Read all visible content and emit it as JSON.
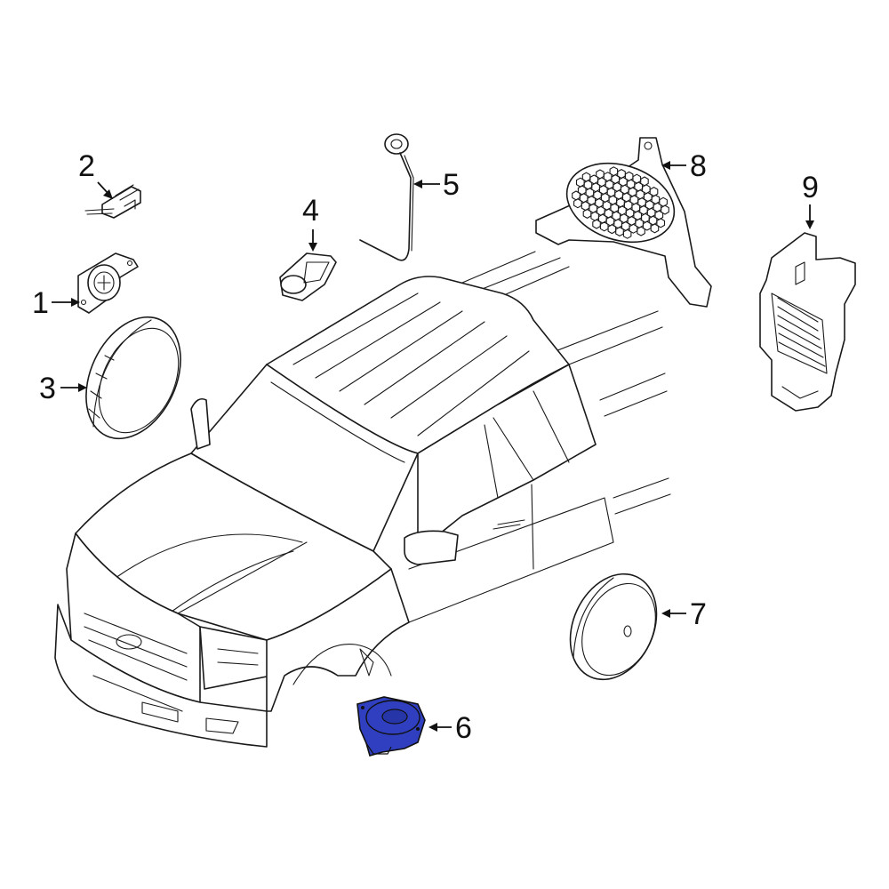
{
  "callouts": [
    {
      "id": "1",
      "label": "1"
    },
    {
      "id": "2",
      "label": "2"
    },
    {
      "id": "3",
      "label": "3"
    },
    {
      "id": "4",
      "label": "4"
    },
    {
      "id": "5",
      "label": "5"
    },
    {
      "id": "6",
      "label": "6"
    },
    {
      "id": "7",
      "label": "7"
    },
    {
      "id": "8",
      "label": "8"
    },
    {
      "id": "9",
      "label": "9"
    }
  ],
  "highlight_color": "#2f3fc0",
  "line_color": "#1a1a1a",
  "highlighted_part": "6"
}
